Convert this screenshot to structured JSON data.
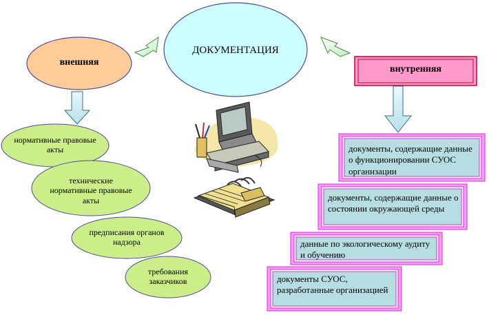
{
  "center": {
    "label": "ДОКУМЕНТАЦИЯ"
  },
  "external": {
    "label": "внешняя",
    "items": [
      "нормативные правовые акты",
      "технические нормативные правовые акты",
      "предписания органов надзора",
      "требования заказчиков"
    ]
  },
  "internal": {
    "label": "внутренняя",
    "items": [
      "документы, содержащие данные о функционировании СУОС организации",
      "документы, содержащие данные о состоянии окружающей среды",
      "данные по экологическому аудиту и обучению",
      "документы СУОС, разработанные организацией"
    ]
  },
  "icons": [
    "computer-icon",
    "notebook-icon"
  ],
  "colors": {
    "center_fill": "#ccffff",
    "external_fill": "#ffcc99",
    "internal_fill": "#ff99cc",
    "internal_border": "#cc0033",
    "item_fill": "#ccee88",
    "doc_fill": "#b6dde2",
    "doc_border": "#cc33cc",
    "arrow_fill": "#ccffcc"
  }
}
